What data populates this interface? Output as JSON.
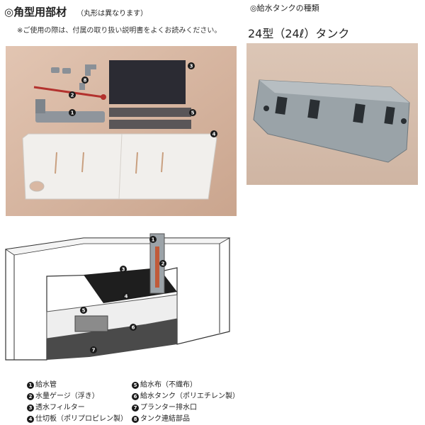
{
  "header": {
    "title": "◎角型用部材",
    "subtitle": "（丸形は異なります）",
    "notice": "※ご使用の際は、付属の取り扱い説明書をよくお読みください。"
  },
  "tank_section": {
    "title": "◎給水タンクの種類",
    "model": "24型（24ℓ）タンク"
  },
  "markers": [
    "1",
    "2",
    "3",
    "4",
    "5",
    "6",
    "7",
    "8"
  ],
  "legend": {
    "left": [
      {
        "num": "1",
        "label": "給水管"
      },
      {
        "num": "2",
        "label": "水量ゲージ（浮き）"
      },
      {
        "num": "3",
        "label": "透水フィルター"
      },
      {
        "num": "4",
        "label": "仕切板（ポリプロピレン製）"
      }
    ],
    "right": [
      {
        "num": "5",
        "label": "給水布（不織布）"
      },
      {
        "num": "6",
        "label": "給水タンク（ポリエチレン製）"
      },
      {
        "num": "7",
        "label": "プランター排水口"
      },
      {
        "num": "8",
        "label": "タンク連結部品"
      }
    ]
  }
}
